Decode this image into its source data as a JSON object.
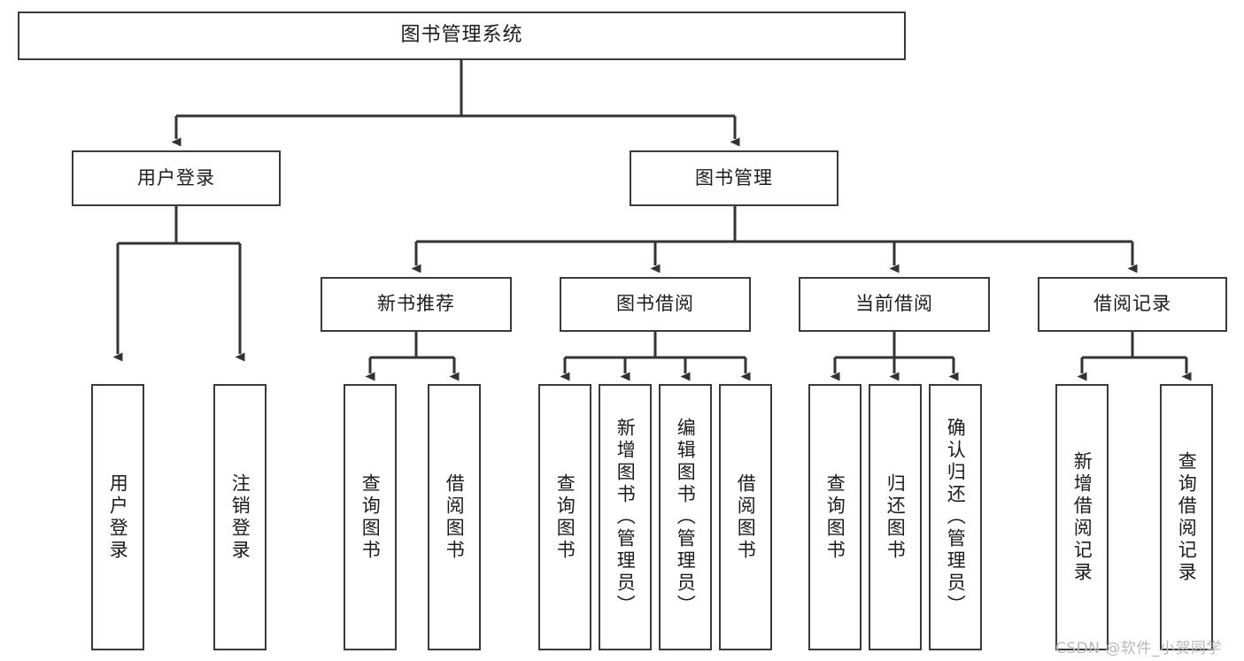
{
  "diagram": {
    "title": "图书管理系统",
    "levels": {
      "root": {
        "label": "图书管理系统"
      },
      "level2": [
        {
          "label": "用户登录"
        },
        {
          "label": "图书管理"
        }
      ],
      "level3": [
        {
          "label": "新书推荐"
        },
        {
          "label": "图书借阅"
        },
        {
          "label": "当前借阅"
        },
        {
          "label": "借阅记录"
        }
      ],
      "leaves": [
        {
          "label": "用户登录",
          "parent": "用户登录"
        },
        {
          "label": "注销登录",
          "parent": "用户登录"
        },
        {
          "label": "查询图书",
          "parent": "新书推荐"
        },
        {
          "label": "借阅图书",
          "parent": "新书推荐"
        },
        {
          "label": "查询图书",
          "parent": "图书借阅"
        },
        {
          "label": "新增图书（管理员）",
          "parent": "图书借阅"
        },
        {
          "label": "编辑图书（管理员）",
          "parent": "图书借阅"
        },
        {
          "label": "借阅图书",
          "parent": "图书借阅"
        },
        {
          "label": "查询图书",
          "parent": "当前借阅"
        },
        {
          "label": "归还图书",
          "parent": "当前借阅"
        },
        {
          "label": "确认归还（管理员）",
          "parent": "当前借阅"
        },
        {
          "label": "新增借阅记录",
          "parent": "借阅记录"
        },
        {
          "label": "查询借阅记录",
          "parent": "借阅记录"
        }
      ]
    },
    "colors": {
      "border": "#3a3a3a",
      "text": "#1b1b1b",
      "background": "#ffffff",
      "edge": "#333333",
      "watermark": "#b9b9b9"
    }
  },
  "watermark": {
    "text": "CSDN @软件_小贺同学"
  }
}
